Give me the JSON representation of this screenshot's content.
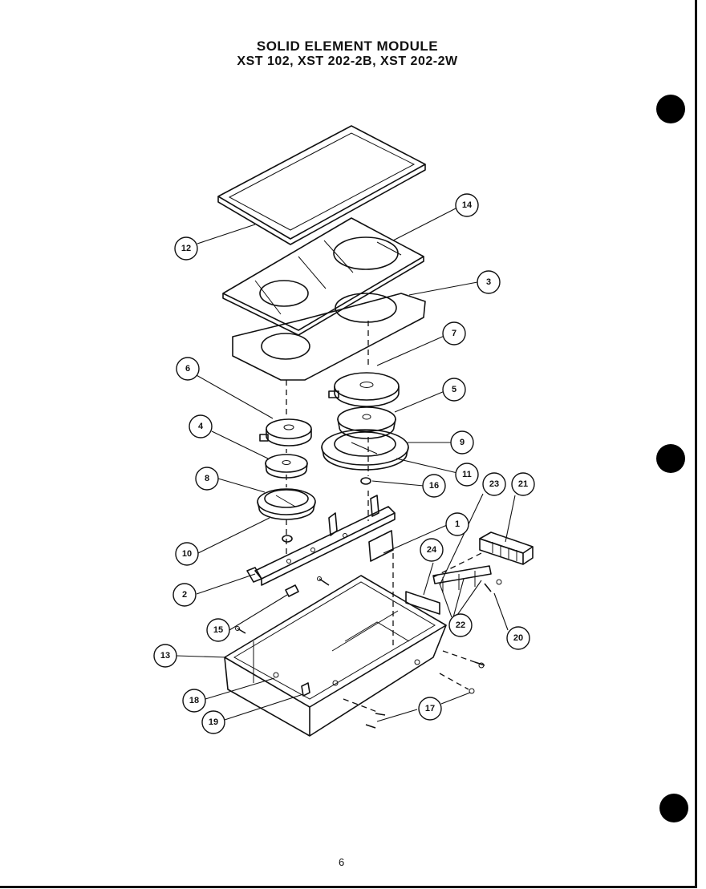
{
  "title": {
    "line1": "SOLID ELEMENT MODULE",
    "line2": "XST 102, XST 202-2B, XST 202-2W"
  },
  "page_number": "6",
  "callouts": [
    {
      "id": "c12",
      "label": "12"
    },
    {
      "id": "c14",
      "label": "14"
    },
    {
      "id": "c3",
      "label": "3"
    },
    {
      "id": "c7",
      "label": "7"
    },
    {
      "id": "c6",
      "label": "6"
    },
    {
      "id": "c5",
      "label": "5"
    },
    {
      "id": "c4",
      "label": "4"
    },
    {
      "id": "c9",
      "label": "9"
    },
    {
      "id": "c11",
      "label": "11"
    },
    {
      "id": "c8",
      "label": "8"
    },
    {
      "id": "c16",
      "label": "16"
    },
    {
      "id": "c23",
      "label": "23"
    },
    {
      "id": "c21",
      "label": "21"
    },
    {
      "id": "c1",
      "label": "1"
    },
    {
      "id": "c10",
      "label": "10"
    },
    {
      "id": "c24",
      "label": "24"
    },
    {
      "id": "c2",
      "label": "2"
    },
    {
      "id": "c15",
      "label": "15"
    },
    {
      "id": "c22",
      "label": "22"
    },
    {
      "id": "c20",
      "label": "20"
    },
    {
      "id": "c13",
      "label": "13"
    },
    {
      "id": "c18",
      "label": "18"
    },
    {
      "id": "c17",
      "label": "17"
    },
    {
      "id": "c19",
      "label": "19"
    }
  ]
}
